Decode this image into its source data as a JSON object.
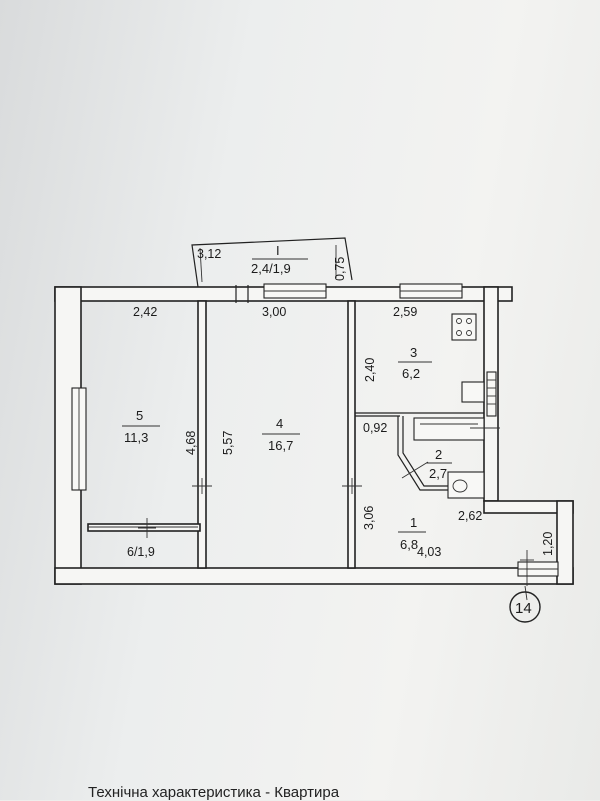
{
  "balcony": {
    "number": "I",
    "area": "2,4/1,9",
    "dim_left": "3,12",
    "dim_right": "0,75"
  },
  "rooms": {
    "r1": {
      "number": "1",
      "area": "6,8"
    },
    "r2": {
      "number": "2",
      "area": "2,7"
    },
    "r3": {
      "number": "3",
      "area": "6,2"
    },
    "r4": {
      "number": "4",
      "area": "16,7"
    },
    "r5": {
      "number": "5",
      "area": "11,3"
    }
  },
  "dimensions": {
    "top_room5": "2,42",
    "top_room4": "3,00",
    "top_room3": "2,59",
    "room3_height": "2,40",
    "room5_height": "4,68",
    "room4_height": "5,57",
    "closet_width": "0,92",
    "room1_height": "3,06",
    "bath_width": "2,62",
    "bottom_room1": "4,03",
    "right_ledge": "1,20",
    "loggia": "6/1,9"
  },
  "sheet_marker": "14",
  "footer": "Технічна характеристика - Квартира"
}
